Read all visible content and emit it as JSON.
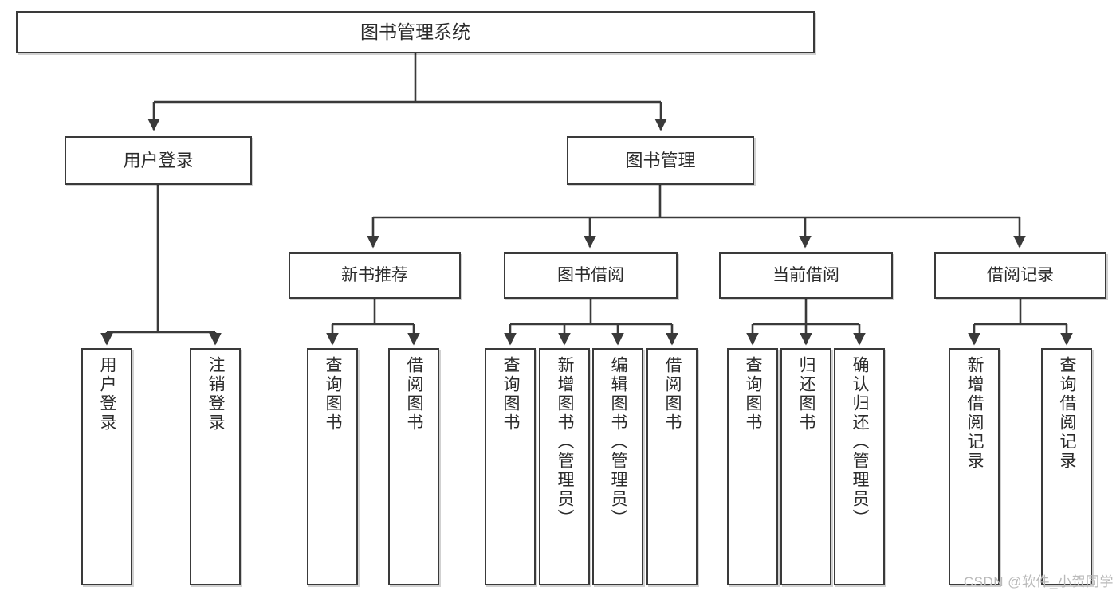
{
  "diagram": {
    "type": "tree",
    "title": "图书管理系统",
    "watermark": "CSDN @软件_小贺同学",
    "colors": {
      "box_border": "#3a3a3a",
      "box_fill": "#ffffff",
      "edge": "#3a3a3a",
      "text": "#2b2b2b",
      "watermark": "#b9b9b9"
    },
    "nodes": {
      "root": {
        "label": "图书管理系统"
      },
      "level2": [
        {
          "label": "用户登录"
        },
        {
          "label": "图书管理"
        }
      ],
      "level3": [
        {
          "label": "新书推荐"
        },
        {
          "label": "图书借阅"
        },
        {
          "label": "当前借阅"
        },
        {
          "label": "借阅记录"
        }
      ],
      "leaves": [
        {
          "label": "用户登录"
        },
        {
          "label": "注销登录"
        },
        {
          "label": "查询图书"
        },
        {
          "label": "借阅图书"
        },
        {
          "label": "查询图书"
        },
        {
          "label": "新增图书（管理员）"
        },
        {
          "label": "编辑图书（管理员）"
        },
        {
          "label": "借阅图书"
        },
        {
          "label": "查询图书"
        },
        {
          "label": "归还图书"
        },
        {
          "label": "确认归还（管理员）"
        },
        {
          "label": "新增借阅记录"
        },
        {
          "label": "查询借阅记录"
        }
      ]
    }
  }
}
